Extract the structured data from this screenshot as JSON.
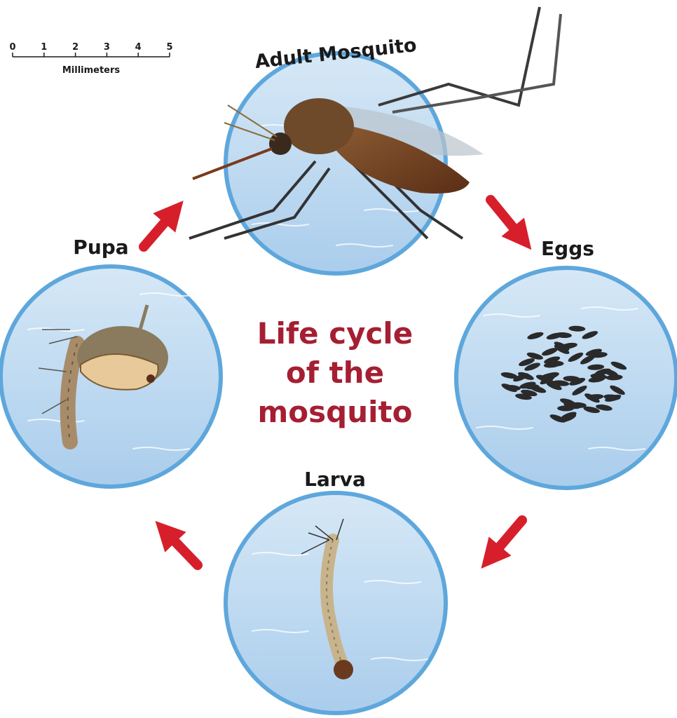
{
  "title_lines": [
    "Life cycle",
    "of the",
    "mosquito"
  ],
  "stages": {
    "adult": "Adult Mosquito",
    "eggs": "Eggs",
    "larva": "Larva",
    "pupa": "Pupa"
  },
  "scale_bar": {
    "ticks": [
      "0",
      "1",
      "2",
      "3",
      "4",
      "5"
    ],
    "unit": "Millimeters"
  },
  "colors": {
    "title": "#a51f33",
    "arrow": "#d71f2b",
    "circle_fill": "#c7def2",
    "circle_border": "#5ea7dc",
    "label": "#1a1a1a"
  }
}
